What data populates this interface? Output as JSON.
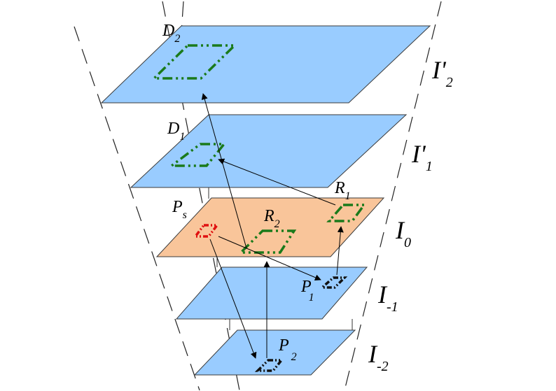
{
  "diagram": {
    "levels": [
      {
        "id": "I2p",
        "base": "I",
        "prime": "'",
        "sub": "2"
      },
      {
        "id": "I1p",
        "base": "I",
        "prime": "'",
        "sub": "1"
      },
      {
        "id": "I0",
        "base": "I",
        "prime": "",
        "sub": "0"
      },
      {
        "id": "Im1",
        "base": "I",
        "prime": "",
        "sub": "-1"
      },
      {
        "id": "Im2",
        "base": "I",
        "prime": "",
        "sub": "-2"
      }
    ],
    "regions": {
      "D2": {
        "base": "D",
        "sub": "2"
      },
      "D1": {
        "base": "D",
        "sub": "1"
      },
      "R1": {
        "base": "R",
        "sub": "1"
      },
      "R2": {
        "base": "R",
        "sub": "2"
      },
      "Ps": {
        "base": "P",
        "sub": "s"
      },
      "P1": {
        "base": "P",
        "sub": "1"
      },
      "P2": {
        "base": "P",
        "sub": "2"
      }
    },
    "colors": {
      "plane_blue": "#99CCFF",
      "plane_orange": "#F9C59A",
      "region_green": "#1a7a1a",
      "region_red": "#e01010",
      "region_black": "#111111"
    }
  }
}
